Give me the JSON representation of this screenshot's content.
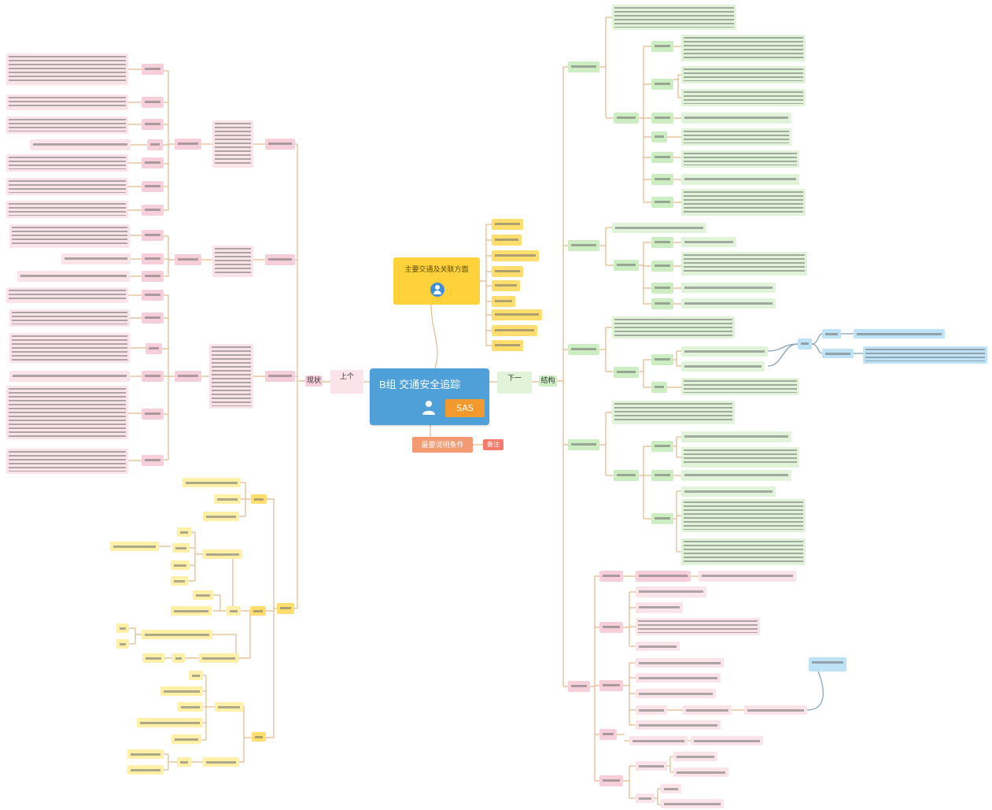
{
  "map": {
    "central_title": "B组 交通安全追踪",
    "central_tag": "SAS",
    "top_topic": "主要交通及关联方面",
    "bottom_topic": "最要说明条件",
    "bottom_note": "备注",
    "left_link": "上个",
    "right_link": "下一",
    "left_branch": "现状",
    "right_branch": "结构"
  },
  "icons": {
    "central": "person-icon",
    "top_topic": "user-circle-icon"
  },
  "colors": {
    "central": "#4f9fd8",
    "tag": "#f39a2e",
    "left_branch_nodes": "#f6cfdb",
    "right_branch_nodes": "#cdeec2",
    "bottom_left_nodes": "#ffde6e",
    "summary_nodes": "#bfe3f6",
    "connector": "#e3b98c"
  }
}
